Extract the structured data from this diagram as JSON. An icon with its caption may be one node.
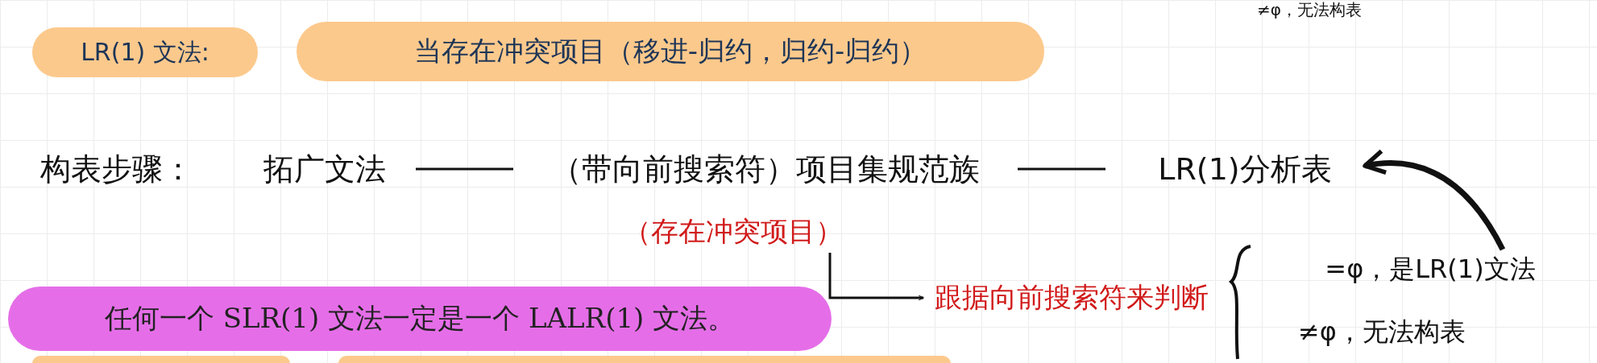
{
  "diagram": {
    "nodes": [
      {
        "text": [
          "LR(1) 文法:"
        ]
      },
      {
        "text": [
          "当存在冲突项目（移进-归约，归约-归约）"
        ]
      },
      {
        "text": [
          "拓广文法"
        ]
      },
      {
        "text": [
          "（带向前搜索符）项目集规范族"
        ]
      },
      {
        "text": [
          "LR(1)分析表"
        ]
      },
      {
        "text": [
          "（存在冲突项目）"
        ]
      },
      {
        "text": [
          "跟据向前搜索符来判断"
        ]
      },
      {
        "text": [
          "=φ，是LR(1)文法"
        ]
      },
      {
        "text": [
          "≠φ，无法构表"
        ]
      },
      {
        "text": [
          "任何一个 SLR(1) 文法一定是一个 LALR(1) 文法。"
        ]
      }
    ],
    "edges": [
      {
        "from": 2,
        "to": 3,
        "arrow": "none"
      },
      {
        "from": 3,
        "to": 4,
        "arrow": "none"
      },
      {
        "from": 5,
        "to": 6,
        "arrow": "to"
      },
      {
        "from": 7,
        "to": 4,
        "arrow": "to",
        "style": "thick"
      }
    ],
    "labels": [
      "≠φ，无法构表",
      "构表步骤："
    ]
  }
}
